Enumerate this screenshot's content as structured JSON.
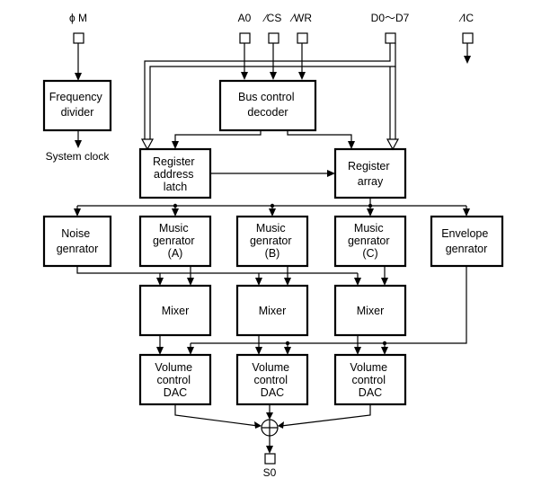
{
  "signals": {
    "phi_m": "ϕ M",
    "a0": "A0",
    "cs": "∕CS",
    "wr": "∕WR",
    "data_bus": "D0〜D7",
    "ic": "∕IC",
    "system_clock": "System clock",
    "output": "S0"
  },
  "blocks": {
    "frequency_divider": [
      "Frequency",
      "divider"
    ],
    "bus_control_decoder": [
      "Bus control",
      "decoder"
    ],
    "register_address_latch": [
      "Register",
      "address",
      "latch"
    ],
    "register_array": [
      "Register",
      "array"
    ],
    "noise_generator": [
      "Noise",
      "genrator"
    ],
    "music_generator_a": [
      "Music",
      "genrator",
      "(A)"
    ],
    "music_generator_b": [
      "Music",
      "genrator",
      "(B)"
    ],
    "music_generator_c": [
      "Music",
      "genrator",
      "(C)"
    ],
    "envelope_generator": [
      "Envelope",
      "genrator"
    ],
    "mixer_1": [
      "Mixer"
    ],
    "mixer_2": [
      "Mixer"
    ],
    "mixer_3": [
      "Mixer"
    ],
    "volume_dac_1": [
      "Volume",
      "control",
      "DAC"
    ],
    "volume_dac_2": [
      "Volume",
      "control",
      "DAC"
    ],
    "volume_dac_3": [
      "Volume",
      "control",
      "DAC"
    ]
  }
}
